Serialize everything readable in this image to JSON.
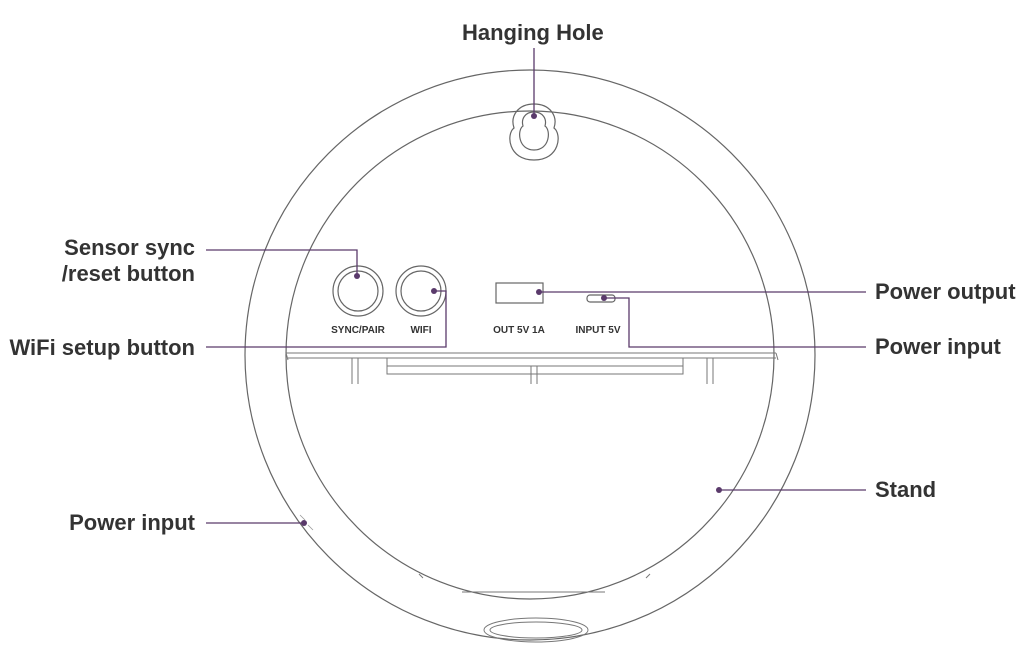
{
  "callouts": {
    "hanging_hole": "Hanging Hole",
    "sensor_sync_line1": "Sensor sync",
    "sensor_sync_line2": "/reset button",
    "wifi_setup": "WiFi setup button",
    "power_output": "Power output",
    "power_input_right": "Power input",
    "stand": "Stand",
    "power_input_left": "Power input"
  },
  "device_labels": {
    "sync_pair": "SYNC/PAIR",
    "wifi": "WIFI",
    "out": "OUT 5V 1A",
    "input": "INPUT 5V"
  },
  "colors": {
    "leader": "#5a3a6b",
    "outline": "#555555",
    "text": "#333333"
  }
}
